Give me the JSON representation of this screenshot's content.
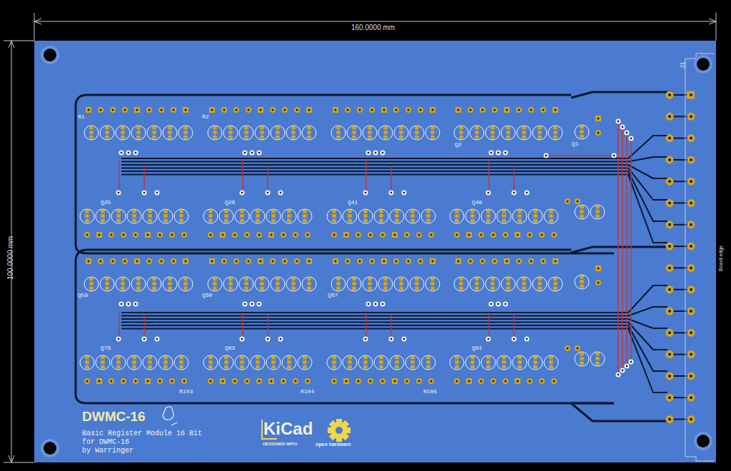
{
  "diagram": {
    "labels": [
      "160.0000 mm",
      "100.0000 mm",
      "J1",
      "Board edge",
      "DWMC-16",
      "Basic Register Module 16 Bit",
      "for DWMC-16",
      "by Warringer",
      "KiCad",
      "DESIGNED WITH",
      "open hardware",
      "R1",
      "R2",
      "Q1",
      "Q2",
      "Q25",
      "Q26",
      "Q41",
      "Q48",
      "Q59",
      "Q60",
      "Q67",
      "Q76",
      "Q83",
      "Q91",
      "R103",
      "R104",
      "R105"
    ]
  }
}
